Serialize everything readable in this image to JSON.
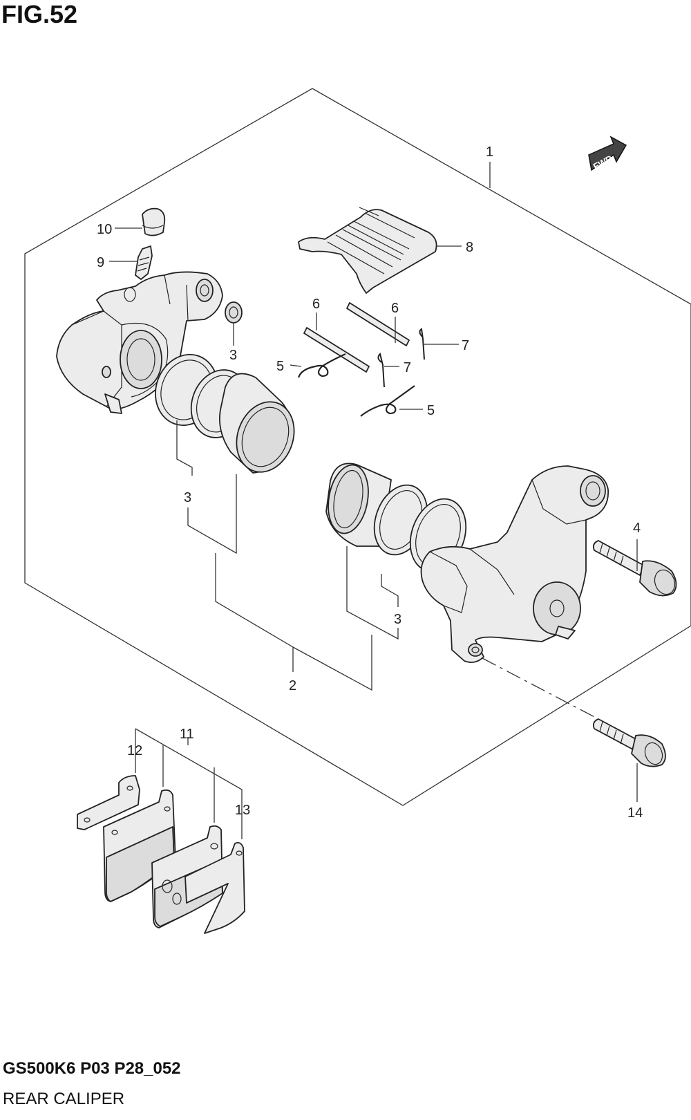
{
  "figure": {
    "title": "FIG.52"
  },
  "footer": {
    "model_code": "GS500K6 P03 P28_052",
    "section_name": "REAR CALIPER"
  },
  "direction_badge": {
    "label": "FWD"
  },
  "callouts": [
    {
      "id": "c1",
      "number": "1"
    },
    {
      "id": "c2",
      "number": "2"
    },
    {
      "id": "c3a",
      "number": "3"
    },
    {
      "id": "c3b",
      "number": "3"
    },
    {
      "id": "c3c",
      "number": "3"
    },
    {
      "id": "c4",
      "number": "4"
    },
    {
      "id": "c5a",
      "number": "5"
    },
    {
      "id": "c5b",
      "number": "5"
    },
    {
      "id": "c6a",
      "number": "6"
    },
    {
      "id": "c6b",
      "number": "6"
    },
    {
      "id": "c7a",
      "number": "7"
    },
    {
      "id": "c7b",
      "number": "7"
    },
    {
      "id": "c8",
      "number": "8"
    },
    {
      "id": "c9",
      "number": "9"
    },
    {
      "id": "c10",
      "number": "10"
    },
    {
      "id": "c11",
      "number": "11"
    },
    {
      "id": "c12",
      "number": "12"
    },
    {
      "id": "c13",
      "number": "13"
    },
    {
      "id": "c14",
      "number": "14"
    }
  ]
}
